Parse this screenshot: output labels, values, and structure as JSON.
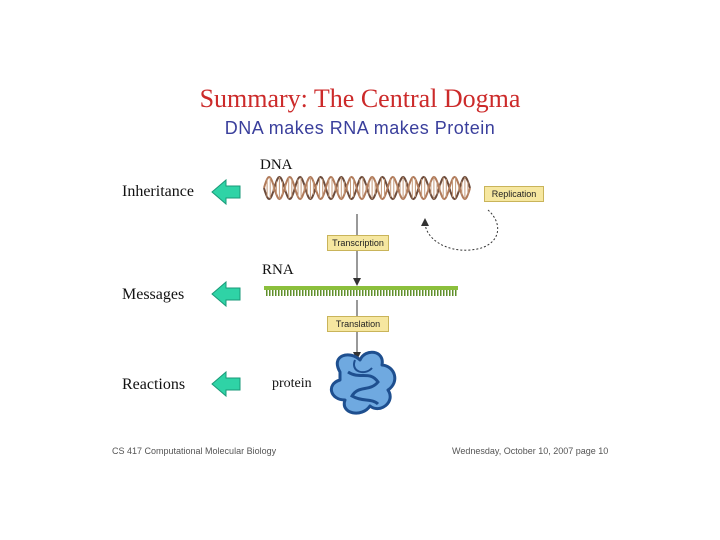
{
  "slide": {
    "title": "Summary: The Central Dogma",
    "subtitle": "DNA makes RNA makes Protein"
  },
  "levels": [
    {
      "left_label": "Inheritance",
      "molecule_label": "DNA"
    },
    {
      "left_label": "Messages",
      "molecule_label": "RNA"
    },
    {
      "left_label": "Reactions",
      "molecule_label": "protein"
    }
  ],
  "processes": {
    "replication": "Replication",
    "transcription": "Transcription",
    "translation": "Translation"
  },
  "footer": {
    "left": "CS 417 Computational Molecular Biology",
    "right": "Wednesday, October 10, 2007 page 10"
  },
  "colors": {
    "title": "#cc2a2a",
    "subtitle": "#3a3f9c",
    "arrow": "#2fd3a6",
    "process_box": "#f6e7a0",
    "protein": "#2a6fb8",
    "rna_strand": "#8bbf3c"
  }
}
